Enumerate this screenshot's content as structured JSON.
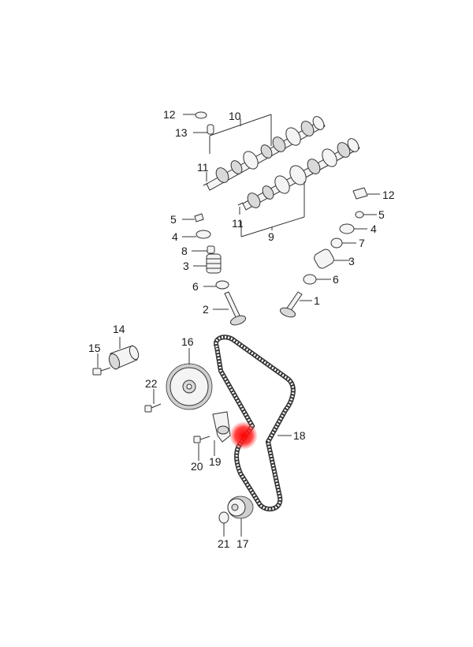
{
  "labels": {
    "p1": "1",
    "p2": "2",
    "p3a": "3",
    "p3b": "3",
    "p4a": "4",
    "p4b": "4",
    "p5a": "5",
    "p5b": "5",
    "p6a": "6",
    "p6b": "6",
    "p7": "7",
    "p8": "8",
    "p9": "9",
    "p10": "10",
    "p11a": "11",
    "p11b": "11",
    "p12a": "12",
    "p12b": "12",
    "p13": "13",
    "p14": "14",
    "p15": "15",
    "p16": "16",
    "p17": "17",
    "p18": "18",
    "p19": "19",
    "p20": "20",
    "p21": "21",
    "p22": "22"
  },
  "colors": {
    "highlight": "#ff0000",
    "line": "#333333"
  }
}
